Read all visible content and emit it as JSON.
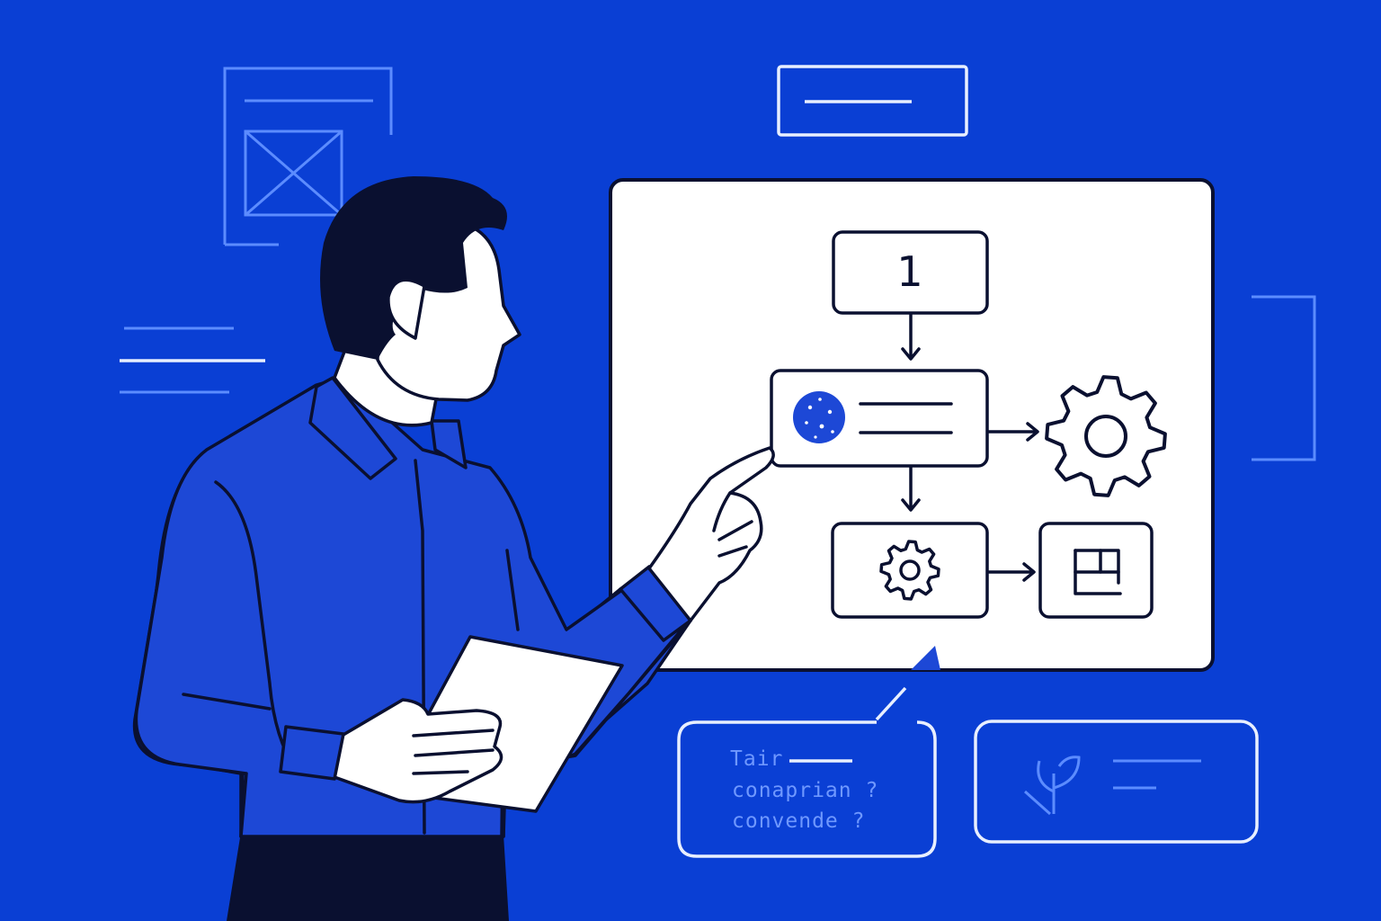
{
  "colors": {
    "background": "#0a3fd4",
    "wireframe": "#5c8cff",
    "panel": "#ffffff",
    "ink": "#0a1030",
    "accent": "#1d48d6"
  },
  "flowchart": {
    "step_1_label": "1",
    "icons": [
      "dotted-circle-icon",
      "gear-icon",
      "small-gear-icon",
      "layout-icon"
    ]
  },
  "caption_card": {
    "line_1": "Tair",
    "line_2": "conaprian",
    "line_2_suffix": "?",
    "line_3": "convende",
    "line_3_suffix": "?"
  },
  "icon_card": {
    "icon": "sprout-icon"
  }
}
